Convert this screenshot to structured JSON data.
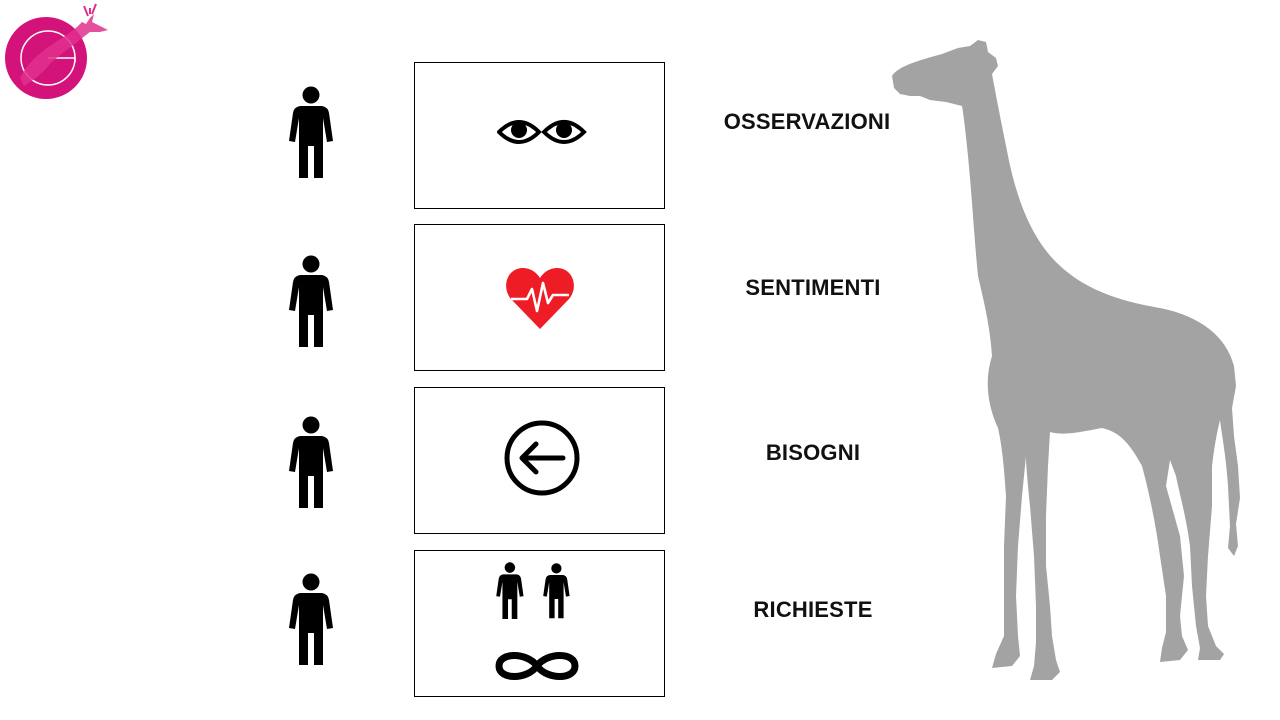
{
  "colors": {
    "brand": "#d3127a",
    "heart": "#ee1c24",
    "giraffe": "#a3a3a3",
    "ink": "#000000"
  },
  "logo": {
    "letter": "G",
    "icon": "deer-logo"
  },
  "steps": [
    {
      "label": "OSSERVAZIONI",
      "icon": "eyes-icon"
    },
    {
      "label": "SENTIMENTI",
      "icon": "heartbeat-icon"
    },
    {
      "label": "BISOGNI",
      "icon": "circle-arrow-left-icon"
    },
    {
      "label": "RICHIESTE",
      "icon": "people-infinity-icon"
    }
  ]
}
